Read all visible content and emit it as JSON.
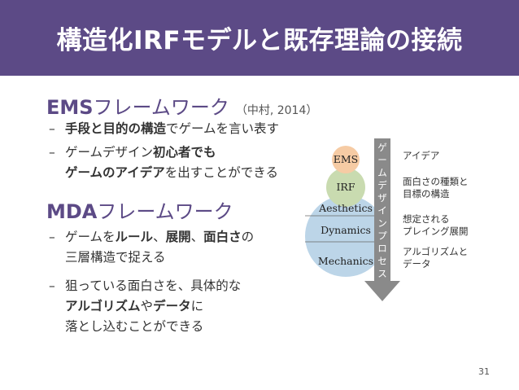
{
  "header": {
    "title": "構造化IRFモデルと既存理論の接続"
  },
  "ems": {
    "heading_lead": "EMS",
    "heading_rest": "フレームワーク",
    "citation": "（中村, 2014）",
    "bullet1": {
      "bold": "手段と目的の構造",
      "rest": "でゲームを言い表す"
    },
    "bullet2": {
      "line1_plain": "ゲームデザイン",
      "line1_bold": "初心者でも",
      "line2_bold": "ゲームのアイデア",
      "line2_rest": "を出すことができる"
    }
  },
  "mda": {
    "heading_lead": "MDA",
    "heading_rest": "フレームワーク",
    "bullet1": {
      "p1": "ゲームを",
      "b1": "ルール",
      "p2": "、",
      "b2": "展開",
      "p3": "、",
      "b3": "面白さ",
      "p4": "の",
      "line2": "三層構造で捉える"
    },
    "bullet2": {
      "line1": "狙っている面白さを、具体的な",
      "line2_b1": "アルゴリズム",
      "line2_p1": "や",
      "line2_b2": "データ",
      "line2_p2": "に",
      "line3": "落とし込むことができる"
    }
  },
  "diagram": {
    "circles": [
      "EMS",
      "IRF",
      "Aesthetics",
      "Dynamics",
      "Mechanics"
    ],
    "arrow_text": [
      "ゲ",
      "ー",
      "ム",
      "デ",
      "ザ",
      "イ",
      "ン",
      "プ",
      "ロ",
      "セ",
      "ス"
    ],
    "notes": {
      "ems": "アイデア",
      "irf_1": "面白さの種類と",
      "irf_2": "目標の構造",
      "dyn_1": "想定される",
      "dyn_2": "プレイング展開",
      "mech_1": "アルゴリズムと",
      "mech_2": "データ"
    },
    "colors": {
      "ems": "#f6cba4",
      "irf": "#c9dbb0",
      "mda": "#bcd5e8",
      "arrow": "#8a8a8a"
    }
  },
  "page_number": "31"
}
